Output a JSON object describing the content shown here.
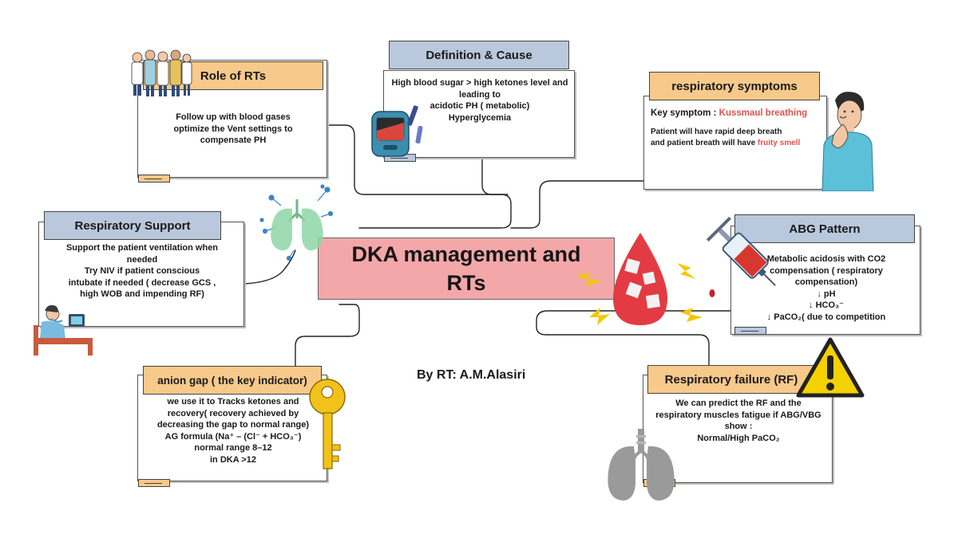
{
  "center": {
    "title": "DKA management and RTs"
  },
  "author": "By RT: A.M.Alasiri",
  "colors": {
    "orange_tab": "#f7c98a",
    "blue_tab": "#b9c8dc",
    "center_fill": "#f4a7a9",
    "highlight_red": "#e0524a"
  },
  "cards": {
    "role": {
      "title": "Role of RTs",
      "lines": [
        "Follow up with blood gases",
        "optimize the Vent settings to",
        "compensate PH"
      ]
    },
    "definition": {
      "title": "Definition & Cause",
      "lines": [
        "High blood sugar > high ketones level and",
        "leading to",
        "acidotic PH ( metabolic)",
        "Hyperglycemia"
      ]
    },
    "respiratory_symptoms": {
      "title": "respiratory symptoms",
      "key_label": "Key symptom : ",
      "key_value": "Kussmaul breathing",
      "line1": "Patient will have rapid deep breath",
      "line2_start": "and patient breath will have ",
      "line2_highlight": "fruity smell"
    },
    "support": {
      "title": "Respiratory Support",
      "lines": [
        "Support the patient ventilation when",
        "needed",
        "Try NIV if patient conscious",
        "intubate if needed ( decrease GCS ,",
        "high WOB and impending RF)"
      ]
    },
    "abg": {
      "title": "ABG Pattern",
      "lines": [
        "Metabolic acidosis with CO2",
        "compensation ( respiratory",
        "compensation)",
        "↓ pH",
        "↓ HCO₃⁻",
        "↓ PaCO₂( due to competition"
      ]
    },
    "anion_gap": {
      "title": "anion gap ( the key indicator)",
      "lines": [
        "we use it to Tracks ketones and",
        "recovery( recovery achieved by",
        "decreasing the gap to normal range)",
        "AG formula (Na⁺ – (Cl⁻ + HCO₃⁻)",
        "normal range 8–12",
        "in DKA >12"
      ]
    },
    "resp_failure": {
      "title": "Respiratory failure (RF)",
      "lines": [
        "We can predict the RF and the",
        "respiratory muscles fatigue if ABG/VBG",
        "show :",
        "Normal/High PaCO₂"
      ]
    }
  }
}
